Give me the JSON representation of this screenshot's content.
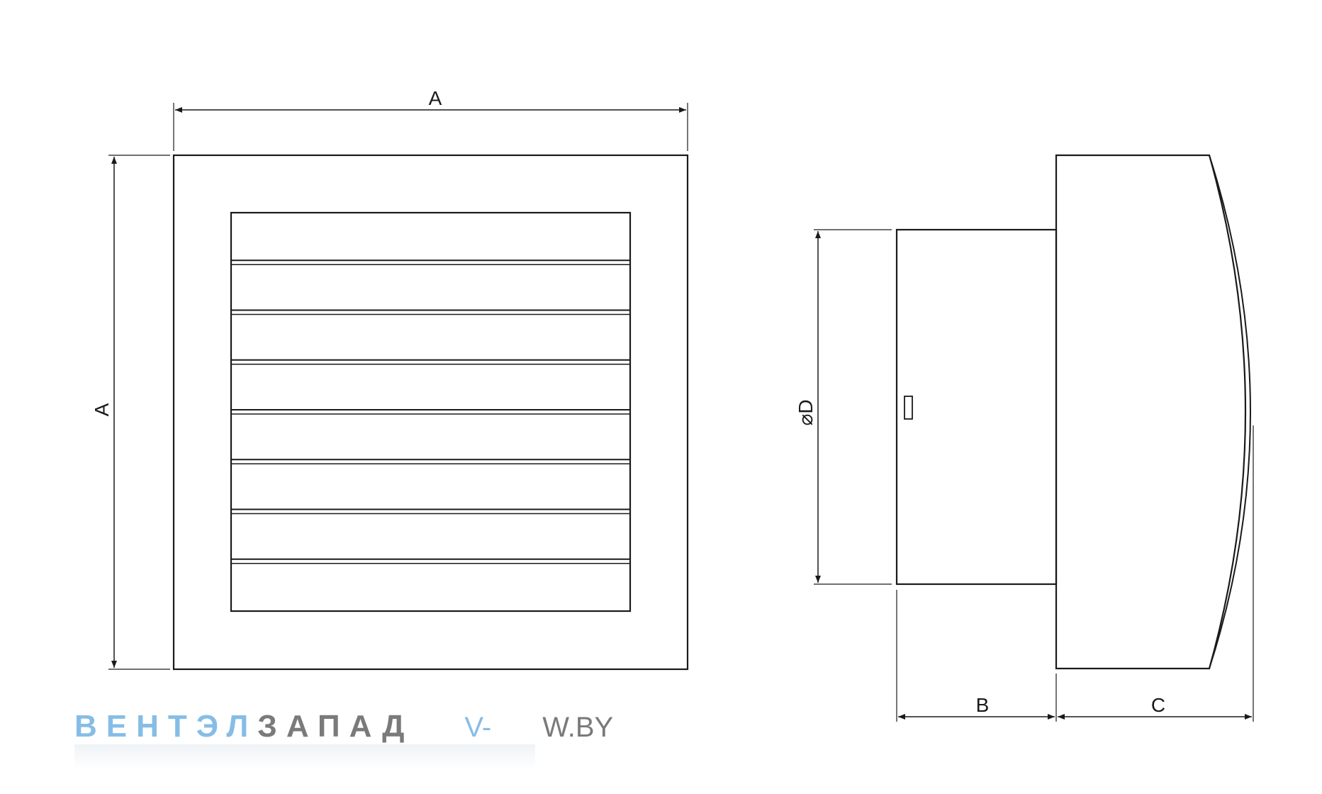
{
  "labels": {
    "front_width": "A",
    "front_height": "A",
    "side_diameter": "⌀D",
    "side_depth_b": "B",
    "side_depth_c": "C"
  },
  "front_view": {
    "louver_count": 8
  },
  "logo": {
    "brand_part1": "ВЕНТЭЛ",
    "brand_part2": "ЗАПАД",
    "site_part1": "V-",
    "site_part2": "W.BY",
    "color_light": "#86bde6",
    "color_dark": "#7a7a7a"
  },
  "colors": {
    "line": "#1a1a1a",
    "background": "#ffffff"
  }
}
